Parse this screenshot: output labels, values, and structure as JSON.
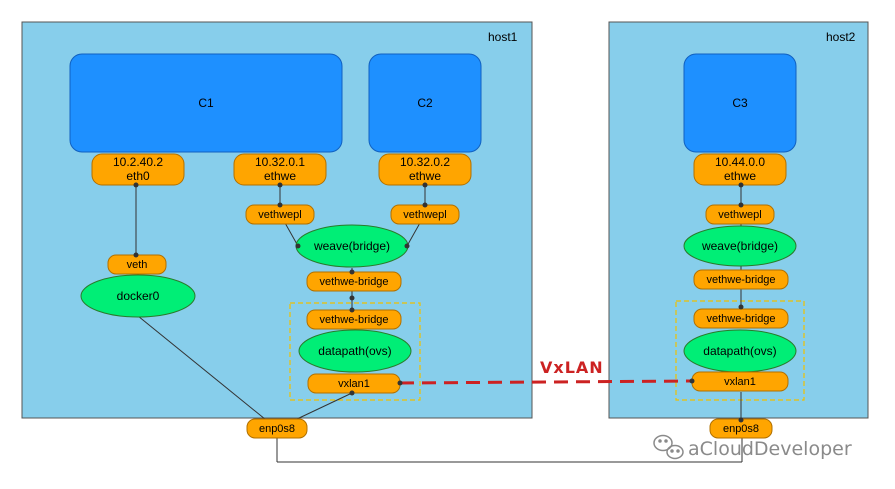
{
  "hosts": {
    "host1": {
      "label": "host1"
    },
    "host2": {
      "label": "host2"
    }
  },
  "containers": {
    "c1": {
      "label": "C1"
    },
    "c2": {
      "label": "C2"
    },
    "c3": {
      "label": "C3"
    }
  },
  "interfaces": {
    "c1_eth0": {
      "ip": "10.2.40.2",
      "name": "eth0"
    },
    "c1_ethwe": {
      "ip": "10.32.0.1",
      "name": "ethwe"
    },
    "c2_ethwe": {
      "ip": "10.32.0.2",
      "name": "ethwe"
    },
    "c3_ethwe": {
      "ip": "10.44.0.0",
      "name": "ethwe"
    }
  },
  "host1_nodes": {
    "veth": "veth",
    "docker0": "docker0",
    "vethwepl_a": "vethwepl",
    "vethwepl_b": "vethwepl",
    "weave": "weave(bridge)",
    "vethwe_bridge_top": "vethwe-bridge",
    "vethwe_bridge_inner": "vethwe-bridge",
    "datapath": "datapath(ovs)",
    "vxlan1": "vxlan1",
    "enp0s8": "enp0s8"
  },
  "host2_nodes": {
    "vethwepl": "vethwepl",
    "weave": "weave(bridge)",
    "vethwe_bridge_top": "vethwe-bridge",
    "vethwe_bridge_inner": "vethwe-bridge",
    "datapath": "datapath(ovs)",
    "vxlan1": "vxlan1",
    "enp0s8": "enp0s8"
  },
  "tunnel": {
    "label": "VxLAN"
  },
  "watermark": {
    "text": "aCloudDeveloper"
  },
  "colors": {
    "host_bg": "#87ceeb",
    "container": "#1e90ff",
    "pill": "#ffa500",
    "bridge": "#00ee76",
    "tunnel": "#cc2222",
    "group_border": "#f0c000"
  }
}
